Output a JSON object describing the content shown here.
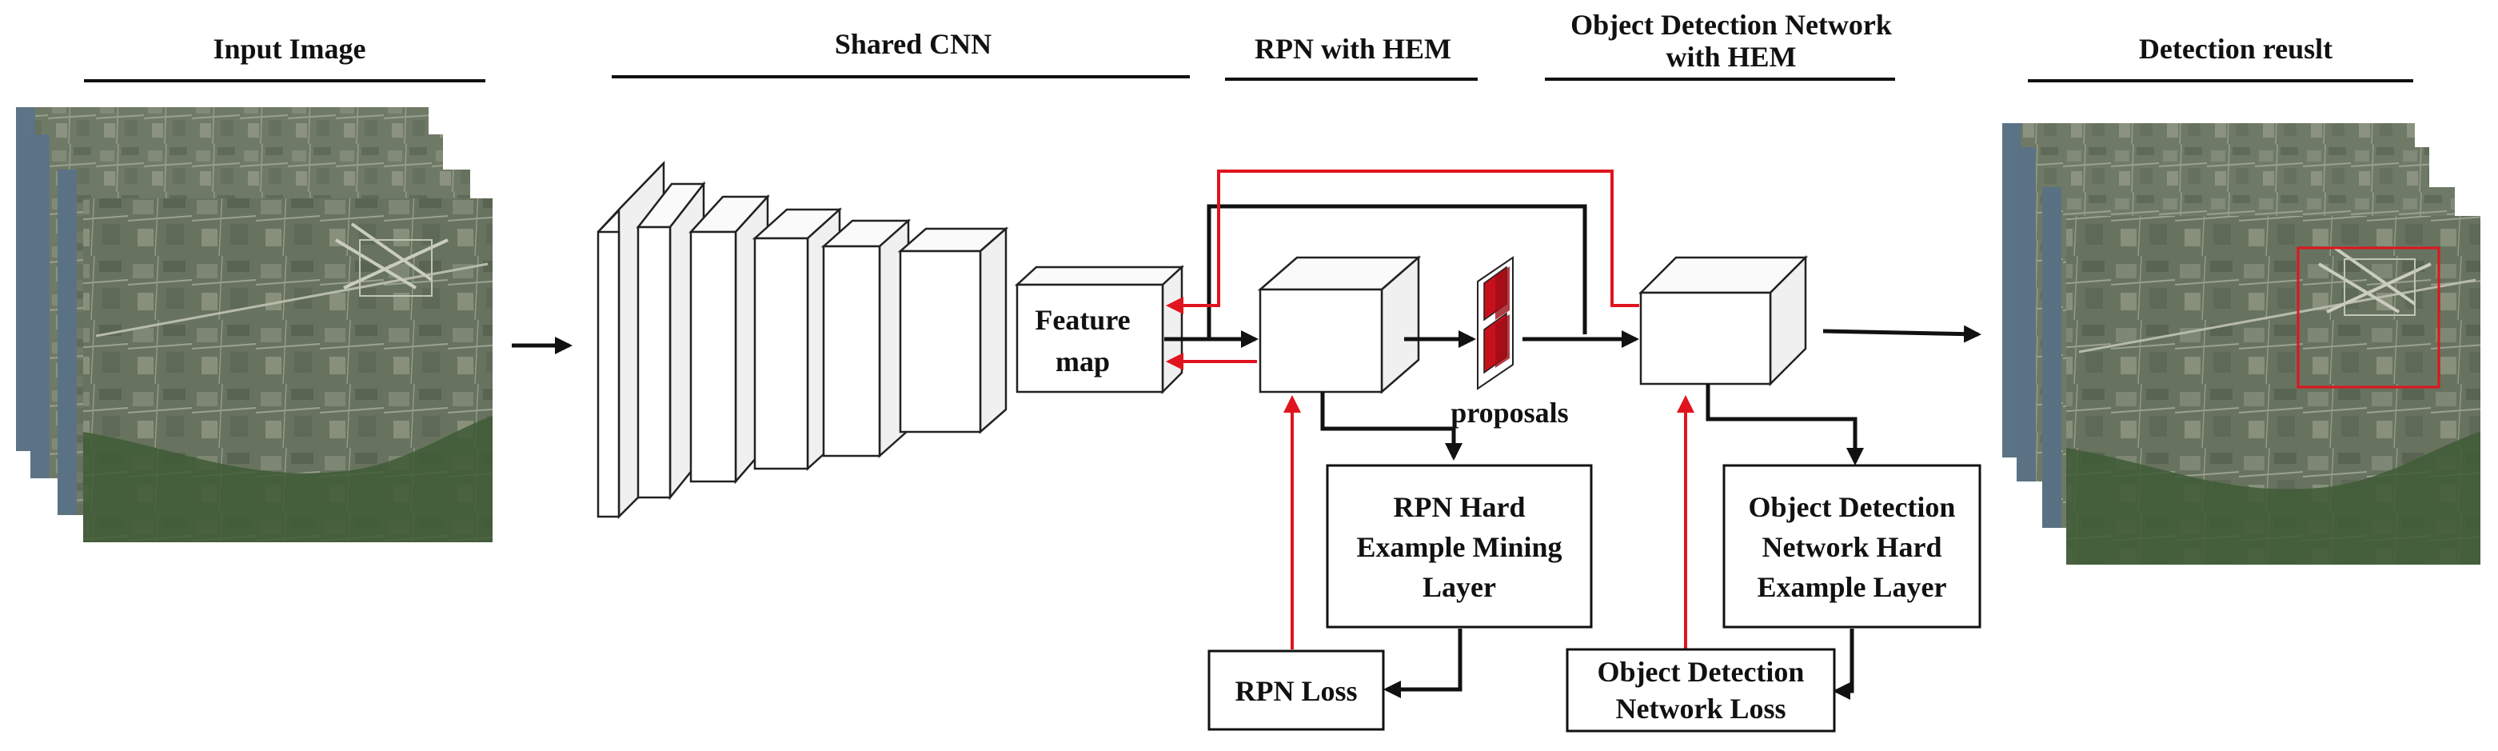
{
  "headers": {
    "input_image": "Input Image",
    "shared_cnn": "Shared CNN",
    "rpn_with_hem": "RPN with HEM",
    "odn_line1": "Object Detection Network",
    "odn_line2": "with HEM",
    "detection_result": "Detection reuslt"
  },
  "labels": {
    "feature_map_line1": "Feature",
    "feature_map_line2": "map",
    "proposals": "proposals",
    "rpn_hem_line1": "RPN Hard",
    "rpn_hem_line2": "Example Mining",
    "rpn_hem_line3": "Layer",
    "rpn_loss": "RPN Loss",
    "od_hard_line1": "Object Detection",
    "od_hard_line2": "Network Hard",
    "od_hard_line3": "Example Layer",
    "od_loss_line1": "Object Detection",
    "od_loss_line2": "Network Loss"
  },
  "colors": {
    "forward_arrow": "#111111",
    "backward_arrow": "#e0141e",
    "detection_box": "#e0141e",
    "proposal_fill": "#c8101c"
  }
}
